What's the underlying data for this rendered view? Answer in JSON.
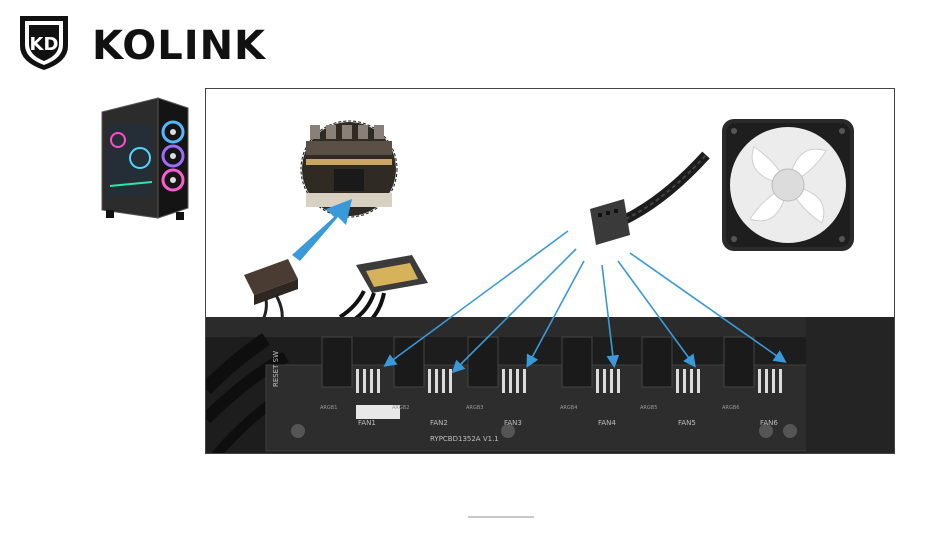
{
  "brand": {
    "name": "KOLINK",
    "emblem_text": "KD"
  },
  "board": {
    "reset_label": "RESET SW",
    "model_label": "RYPCBD1352A V1.1",
    "headers": [
      {
        "fan": "FAN1",
        "argb": "ARGB1"
      },
      {
        "fan": "FAN2",
        "argb": "ARGB2"
      },
      {
        "fan": "FAN3",
        "argb": "ARGB3"
      },
      {
        "fan": "FAN4",
        "argb": "ARGB4"
      },
      {
        "fan": "FAN5",
        "argb": "ARGB5"
      },
      {
        "fan": "FAN6",
        "argb": "ARGB6"
      }
    ]
  },
  "colors": {
    "arrow": "#3a9ad9",
    "board": "#2a2a2a",
    "brand": "#111111"
  }
}
